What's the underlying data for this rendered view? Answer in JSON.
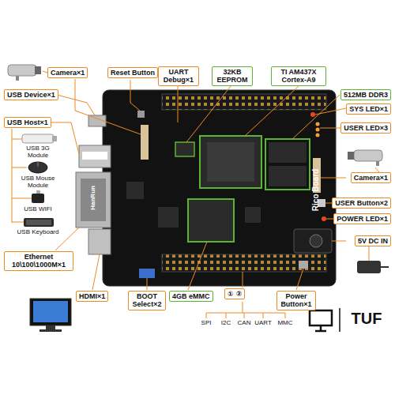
{
  "diagram": {
    "nodes": [
      {
        "text": [
          "Camera×1"
        ]
      },
      {
        "text": [
          "Reset Button"
        ]
      },
      {
        "text": [
          "UART Debug×1"
        ]
      },
      {
        "text": [
          "32KB EEPROM"
        ]
      },
      {
        "text": [
          "TI AM437X Cortex-A9"
        ]
      },
      {
        "text": [
          "USB Device×1"
        ]
      },
      {
        "text": [
          "512MB DDR3"
        ]
      },
      {
        "text": [
          "SYS LED×1"
        ]
      },
      {
        "text": [
          "USB Host×1"
        ]
      },
      {
        "text": [
          "USER LED×3"
        ]
      },
      {
        "text": [
          "Camera×1"
        ]
      },
      {
        "text": [
          "USER Button×2"
        ]
      },
      {
        "text": [
          "POWER LED×1"
        ]
      },
      {
        "text": [
          "5V DC IN"
        ]
      },
      {
        "text": [
          "Ethernet 10\\100\\1000M×1"
        ]
      },
      {
        "text": [
          "HDMI×1"
        ]
      },
      {
        "text": [
          "BOOT Select×2"
        ]
      },
      {
        "text": [
          "4GB eMMC"
        ]
      },
      {
        "text": [
          "① ②"
        ]
      },
      {
        "text": [
          "Power Button×1"
        ]
      }
    ],
    "labels": [
      "USB 3G Module",
      "USB Mouse Module",
      "USB WIFI",
      "USB Keyboard",
      "SPI",
      "I2C",
      "CAN",
      "UART",
      "MMC",
      "TUF",
      "Rico Board",
      "HanRun"
    ]
  }
}
